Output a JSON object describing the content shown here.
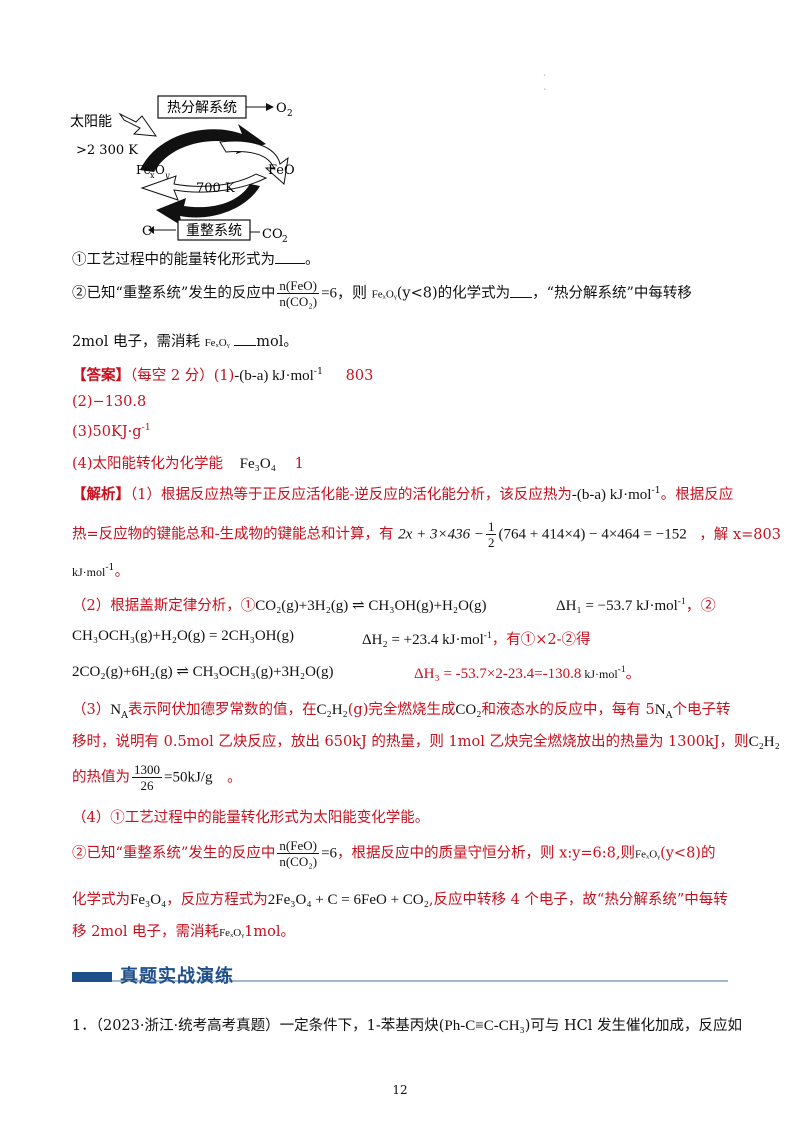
{
  "dots": [
    "`",
    "`"
  ],
  "diagram": {
    "sun_label": "太阳能",
    "temp_high": ">2 300 K",
    "thermal_box": "热分解系统",
    "o2": "O",
    "o2_sub": "2",
    "feo": "FeO",
    "fexoy_fe": "Fe",
    "fexoy_x": "x",
    "fexoy_o": "O",
    "fexoy_y": "y",
    "temp_low": "700 K",
    "c": "C",
    "reform_box": "重整系统",
    "co2": "CO",
    "co2_sub": "2"
  },
  "q1": {
    "text": "①工艺过程中的能量转化形式为",
    "end": "。"
  },
  "q2": {
    "p1": "②已知“重整系统”发生的反应中",
    "frac_num": "n(FeO)",
    "frac_den": "n(CO₂)",
    "eq6": "=6，则",
    "fexoy": "FeₓOᵧ",
    "cond": "(y<8)的化学式为",
    "p2": "，“热分解系统”中每转移",
    "line2_a": "2mol 电子，需消耗",
    "fexoy2": "FeₓOᵧ",
    "line2_b": "mol。"
  },
  "answer": {
    "label": "【答案】",
    "note": "（每空 2 分）(1)",
    "a1_expr": "-(b-a) kJ·mol",
    "a1_sup": "-1",
    "a1_val": "803",
    "a2": "(2)−130.8",
    "a3": "(3)50KJ·g",
    "a3_sup": "-1",
    "a4": "(4)太阳能转化为化学能",
    "a4_formula": "Fe₃O₄",
    "a4_val": "1"
  },
  "analysis": {
    "label": "【解析】",
    "p1": "（1）根据反应热等于正反应活化能-逆反应的活化能分析，该反应热为",
    "p1_expr": "-(b-a) kJ·mol",
    "p1_sup": "-1",
    "p1_end": "。根据反应",
    "p1b": "热=反应物的键能总和-生成物的键能总和计算，有",
    "p1b_eq_a": "2x + 3×436 −",
    "p1b_half_num": "1",
    "p1b_half_den": "2",
    "p1b_eq_b": "(764 + 414×4) − 4×464 = −152",
    "p1b_end": "，解 x=803",
    "p1c": "kJ·mol",
    "p1c_sup": "-1",
    "p1c_end": "。",
    "p2": "（2）根据盖斯定律分析，①",
    "p2_eq1": "CO₂(g)+3H₂(g) ⇌ CH₃OH(g)+H₂O(g)",
    "p2_dh1": "ΔH₁ = −53.7 kJ·mol",
    "p2_dh1_sup": "-1",
    "p2_dh1_end": "，②",
    "p2_eq2": "CH₃OCH₃(g)+H₂O(g) = 2CH₃OH(g)",
    "p2_dh2": "ΔH₂ = +23.4 kJ·mol",
    "p2_dh2_sup": "-1",
    "p2_dh2_end": "，有①×2-②得",
    "p2_eq3": "2CO₂(g)+6H₂(g) ⇌ CH₃OCH₃(g)+3H₂O(g)",
    "p2_dh3": "ΔH₃ = -53.7×2-23.4=-130.8",
    "p2_dh3_unit": "kJ·mol",
    "p2_dh3_sup": "-1",
    "p2_dh3_end": "。",
    "p3": "（3）",
    "p3_na": "N",
    "p3_na_sub": "A",
    "p3_b": "表示阿伏加德罗常数的值，在",
    "p3_c2h2": "C₂H₂",
    "p3_c": "(g)完全燃烧生成",
    "p3_co2": "CO₂",
    "p3_d": "和液态水的反应中，每有 5",
    "p3_na2": "N",
    "p3_na2_sub": "A",
    "p3_e": "个电子转",
    "p3b": "移时，说明有 0.5mol 乙炔反应，放出 650kJ 的热量，则 1mol 乙炔完全燃烧放出的热量为 1300kJ，则",
    "p3b_c2h2": "C₂H₂",
    "p3c": "的热值为",
    "p3c_num": "1300",
    "p3c_den": "26",
    "p3c_val": "=50kJ/g",
    "p3c_end": "。",
    "p4": "（4）①工艺过程中的能量转化形式为太阳能变化学能。",
    "p5": "②已知“重整系统”发生的反应中",
    "p5_num": "n(FeO)",
    "p5_den": "n(CO₂)",
    "p5_eq": "=6",
    "p5_b": "，根据反应中的质量守恒分析，则 x:y=6:8,则",
    "p5_fexoy": "FeₓOᵧ",
    "p5_c": "(y<8)的",
    "p6": "化学式为",
    "p6_f": "Fe₃O₄",
    "p6_b": "，反应方程式为",
    "p6_eq": "2Fe₃O₄ + C = 6FeO + CO₂",
    "p6_c": ",反应中转移 4 个电子，故“热分解系统”中每转",
    "p7": "移 2mol 电子，需消耗",
    "p7_f": "FeₓOᵧ",
    "p7_b": "1mol。"
  },
  "section_title": "真题实战演练",
  "question1": {
    "num": "1．",
    "text": "（2023·浙江·统考高考真题）一定条件下，1-苯基丙炔(",
    "formula": "Ph-C≡C-CH₃",
    "text2": ")可与 HCl 发生催化加成，反应如"
  },
  "page_number": "12"
}
